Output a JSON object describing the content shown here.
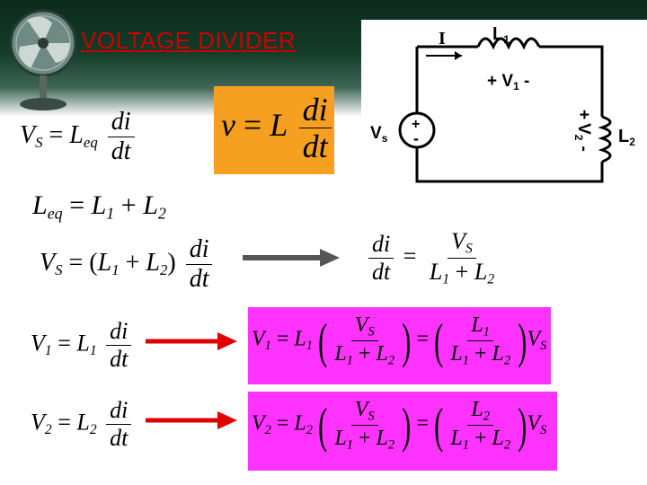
{
  "slide_title": "VOLTAGE DIVIDER",
  "circuit": {
    "current_label": "I",
    "inductor1_label": "L",
    "inductor1_sub": "1",
    "v1_label": "+ V",
    "v1_sub": "1",
    "v1_minus": " -",
    "v2_plus": "+",
    "v2_label": "V",
    "v2_sub": "2",
    "v2_minus": "-",
    "inductor2_label": "L",
    "inductor2_sub": "2",
    "source_label": "V",
    "source_sub": "s",
    "source_plus": "+",
    "source_minus": "-"
  },
  "equations": {
    "eq1": {
      "lhs": "V",
      "lhs_sub": "S",
      "eq": "=",
      "coef": "L",
      "coef_sub": "eq",
      "num": "di",
      "den": "dt"
    },
    "eq_highlight": {
      "lhs": "v",
      "eq": "=",
      "coef": "L",
      "num": "di",
      "den": "dt"
    },
    "eq2": {
      "lhs": "L",
      "lhs_sub": "eq",
      "eq": "=",
      "t1": "L",
      "t1_sub": "1",
      "plus": "+",
      "t2": "L",
      "t2_sub": "2"
    },
    "eq3": {
      "lhs": "V",
      "lhs_sub": "S",
      "eq": "=",
      "open": "(",
      "t1": "L",
      "t1_sub": "1",
      "plus": "+",
      "t2": "L",
      "t2_sub": "2",
      "close": ")",
      "num": "di",
      "den": "dt"
    },
    "eq3_result": {
      "num": "di",
      "den": "dt",
      "eq": "=",
      "rnum": "V",
      "rnum_sub": "S",
      "rden1": "L",
      "rden1_sub": "1",
      "plus": "+",
      "rden2": "L",
      "rden2_sub": "2"
    },
    "eq4": {
      "lhs": "V",
      "lhs_sub": "1",
      "eq": "=",
      "coef": "L",
      "coef_sub": "1",
      "num": "di",
      "den": "dt"
    },
    "eq5": {
      "lhs": "V",
      "lhs_sub": "2",
      "eq": "=",
      "coef": "L",
      "coef_sub": "2",
      "num": "di",
      "den": "dt"
    },
    "res1": {
      "lhs": "V",
      "lhs_sub": "1",
      "eq": "=",
      "coef": "L",
      "coef_sub": "1",
      "fnum": "V",
      "fnum_sub": "S",
      "d1": "L",
      "d1_sub": "1",
      "plus": "+",
      "d2": "L",
      "d2_sub": "2",
      "eq2": "=",
      "gnum": "L",
      "gnum_sub": "1",
      "tail": "V",
      "tail_sub": "S"
    },
    "res2": {
      "lhs": "V",
      "lhs_sub": "2",
      "eq": "=",
      "coef": "L",
      "coef_sub": "2",
      "fnum": "V",
      "fnum_sub": "S",
      "d1": "L",
      "d1_sub": "1",
      "plus": "+",
      "d2": "L",
      "d2_sub": "2",
      "eq2": "=",
      "gnum": "L",
      "gnum_sub": "2",
      "tail": "V",
      "tail_sub": "S"
    }
  },
  "colors": {
    "title": "#cc0000",
    "highlight": "#f5a020",
    "result_box": "#ff33ff",
    "arrow_gray": "#555555",
    "arrow_red": "#e00000"
  }
}
